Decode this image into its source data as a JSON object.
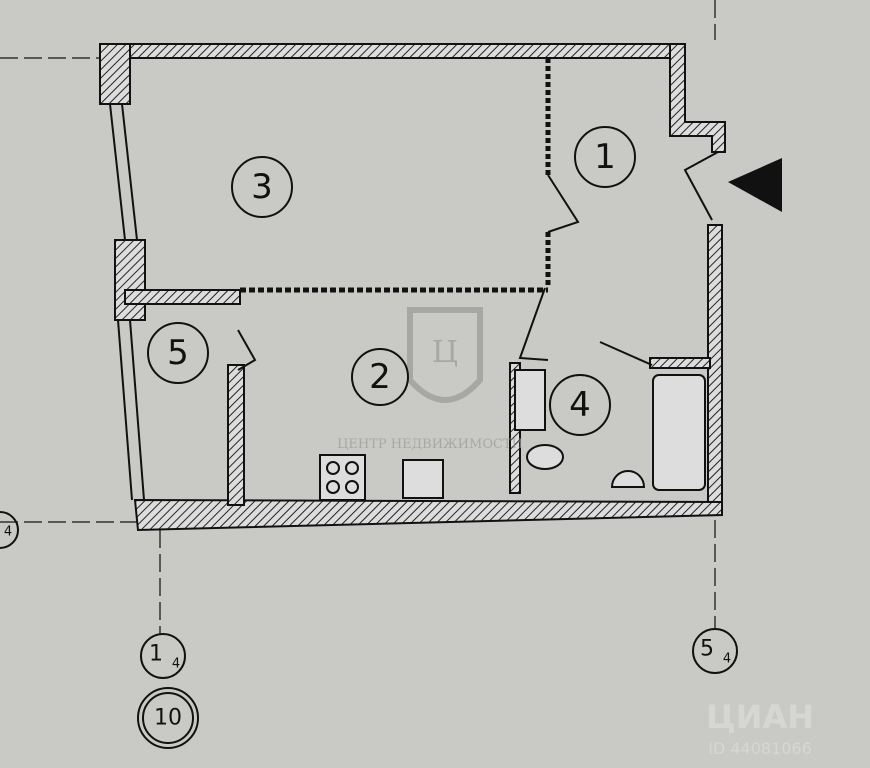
{
  "rooms": [
    {
      "label": "1"
    },
    {
      "label": "2"
    },
    {
      "label": "3"
    },
    {
      "label": "4"
    },
    {
      "label": "5"
    }
  ],
  "axes": {
    "left_axis": {
      "main": "1",
      "sub": "4"
    },
    "right_axis": {
      "main": "5",
      "sub": "4"
    },
    "row_axis": {
      "sub": "4"
    },
    "sheet": "10"
  },
  "watermarks": {
    "agency_logo_letter": "Ц",
    "agency_name": "ЦЕНТР НЕДВИЖИМОСТИ",
    "cian_logo": "ЦИАН",
    "cian_id": "ID 44081066"
  },
  "colors": {
    "paper": "#c9c9c5",
    "ink": "#111111",
    "watermark": "#9a9a96"
  }
}
